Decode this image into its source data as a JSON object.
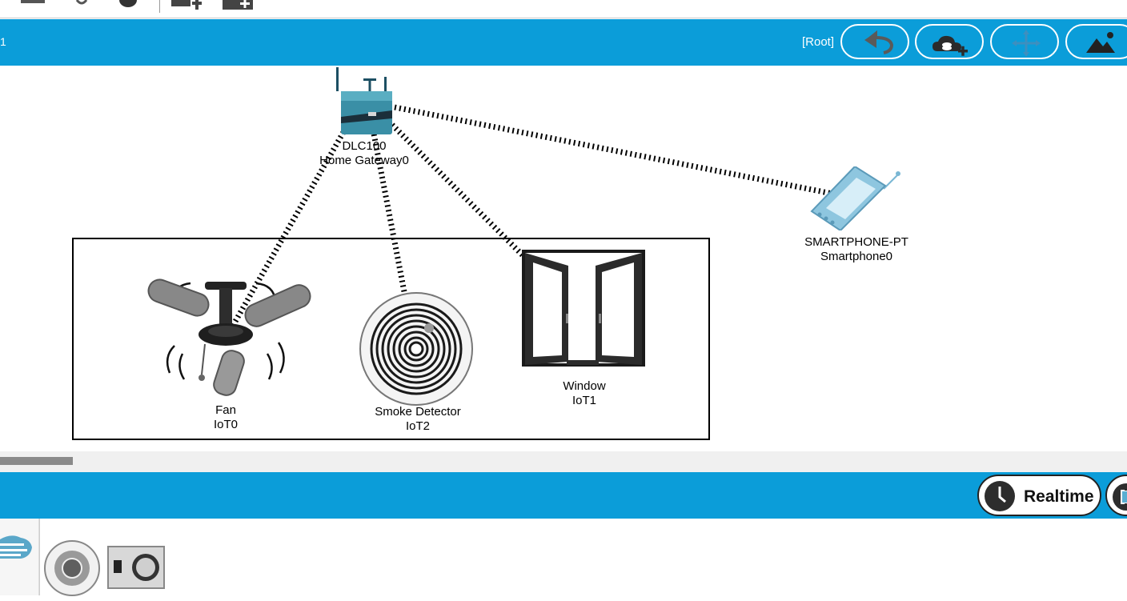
{
  "topbar": {
    "title": "1",
    "root_label": "[Root]",
    "buttons": [
      {
        "name": "back-button",
        "icon": "undo-arrow-icon"
      },
      {
        "name": "new-cluster-button",
        "icon": "cloud-add-icon"
      },
      {
        "name": "move-object-button",
        "icon": "move-arrows-icon"
      },
      {
        "name": "background-image-button",
        "icon": "mountain-image-icon"
      }
    ]
  },
  "devices": {
    "gateway": {
      "model": "DLC100",
      "name": "Home Gateway0"
    },
    "smartphone": {
      "model": "SMARTPHONE-PT",
      "name": "Smartphone0"
    },
    "fan": {
      "model": "Fan",
      "name": "IoT0"
    },
    "smoke": {
      "model": "Smoke Detector",
      "name": "IoT2"
    },
    "window": {
      "model": "Window",
      "name": "IoT1"
    }
  },
  "bottombar": {
    "realtime_label": "Realtime",
    "realtime_icon": "clock-icon",
    "simulation_icon": "simulation-icon"
  },
  "palette": {
    "items": [
      {
        "name": "wind-detector-icon"
      },
      {
        "name": "smoke-detector-icon"
      },
      {
        "name": "siren-icon"
      }
    ]
  },
  "colors": {
    "accent": "#0b9dd9",
    "white": "#ffffff",
    "scrollbar_thumb": "#8a8a8a"
  }
}
